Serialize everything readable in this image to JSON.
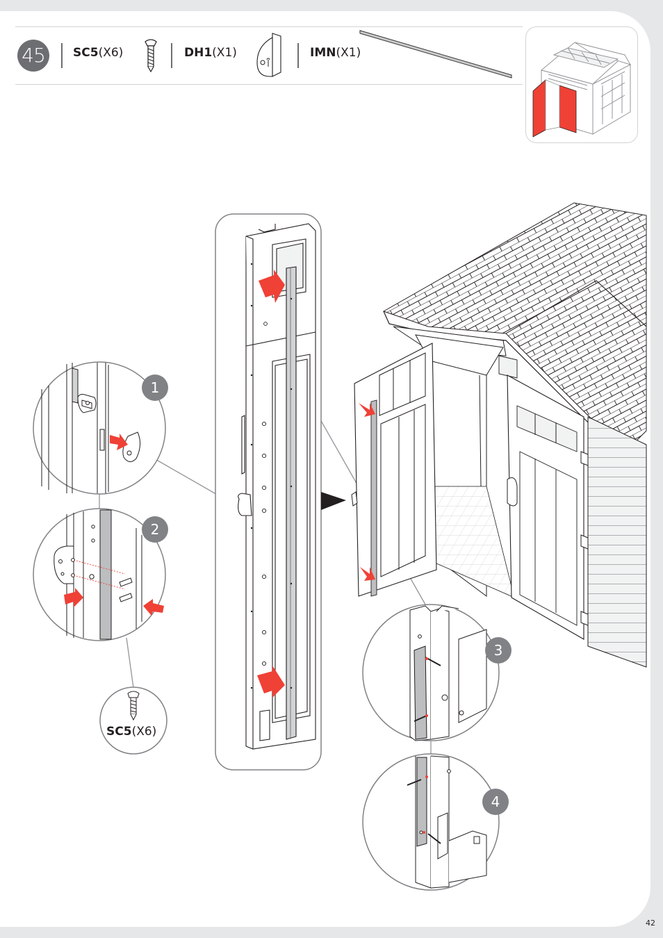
{
  "step": {
    "number": "45"
  },
  "parts": [
    {
      "code": "SC5",
      "qty": "(X6)",
      "icon": "screw-icon"
    },
    {
      "code": "DH1",
      "qty": "(X1)",
      "icon": "door-hinge-bracket-icon"
    },
    {
      "code": "IMN",
      "qty": "(X1)",
      "icon": "metal-bar-icon"
    }
  ],
  "details": [
    {
      "label": "1"
    },
    {
      "label": "2"
    },
    {
      "label": "3"
    },
    {
      "label": "4"
    }
  ],
  "fastener_callout": {
    "code": "SC5",
    "qty": "(X6)"
  },
  "page": {
    "number": "42"
  },
  "colors": {
    "accent": "#ef4136",
    "ink": "#231f20",
    "badge": "#6d6e71",
    "detail_badge": "#808285"
  }
}
